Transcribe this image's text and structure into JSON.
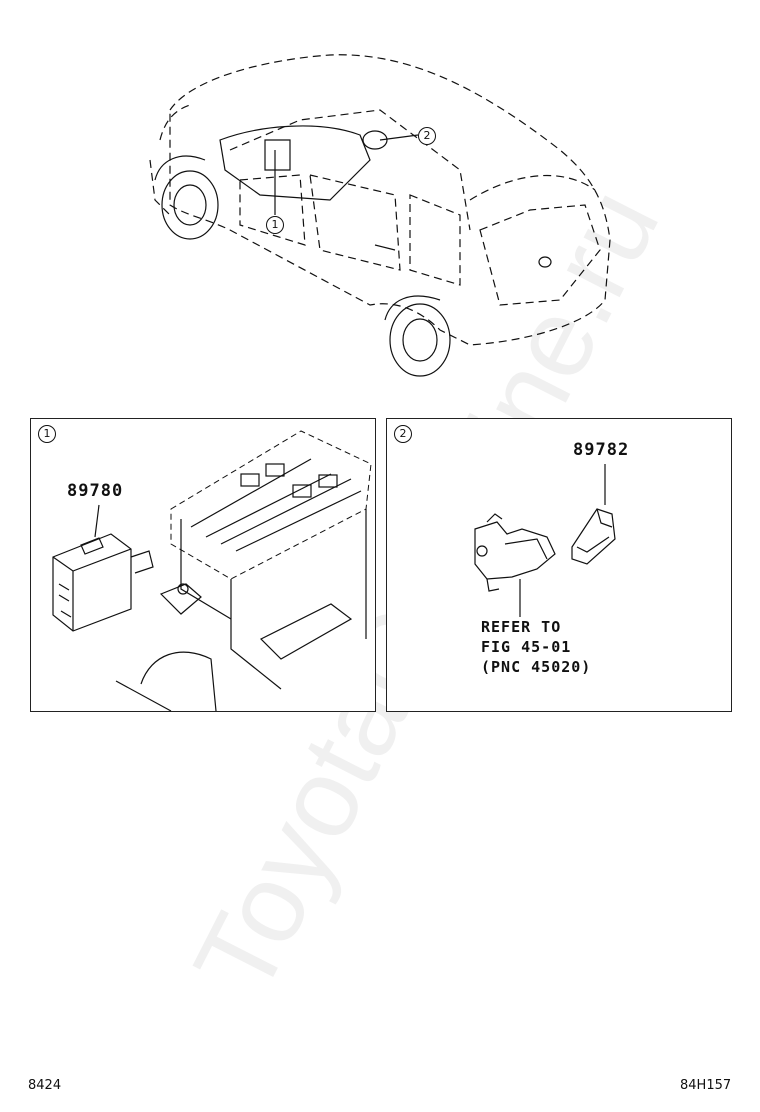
{
  "callouts": {
    "one": "1",
    "two": "2"
  },
  "panel_left": {
    "callout": "1",
    "part_number": "89780"
  },
  "panel_right": {
    "callout": "2",
    "part_number": "89782",
    "refer_line1": "REFER TO",
    "refer_line2": "FIG 45-01",
    "refer_line3": "(PNC 45020)"
  },
  "footer": {
    "left_code": "8424",
    "right_code": "84H157"
  },
  "watermark": "ToyotaCarMine.ru"
}
